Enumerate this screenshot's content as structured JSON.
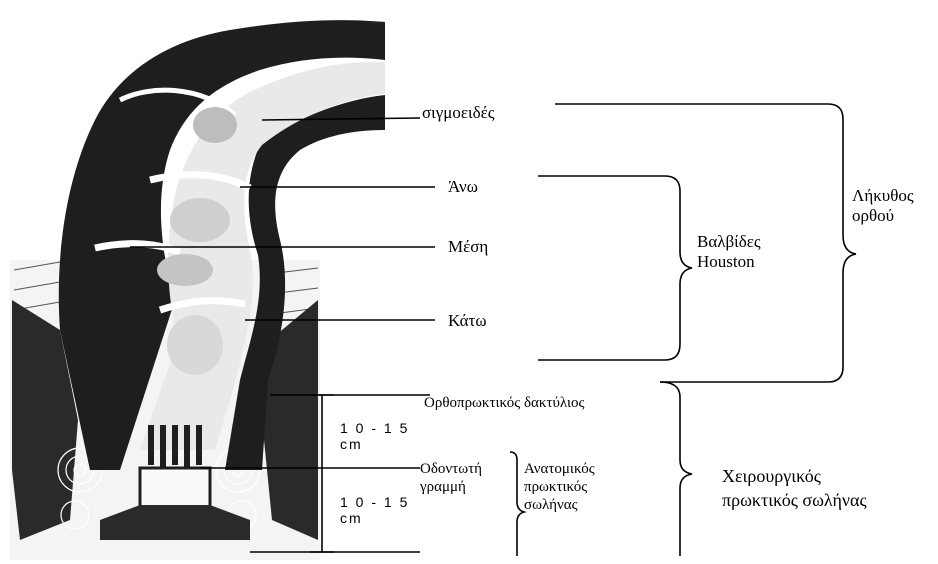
{
  "labels": {
    "sigmoid": "σιγμοειδές",
    "upper": "Άνω",
    "middle": "Μέση",
    "lower": "Κάτω",
    "houston_valves": [
      "Βαλβίδες",
      "Houston"
    ],
    "rectal_ampulla": [
      "Λήκυθος",
      "ορθού"
    ],
    "anorectal_ring": "Ορθοπρωκτικός δακτύλιος",
    "measure_upper": [
      "1 0 - 1 5",
      "cm"
    ],
    "measure_lower": [
      "1 0 - 1 5",
      "cm"
    ],
    "dentate_line": [
      "Οδοντωτή",
      "γραμμή"
    ],
    "anatomic_anal_canal": [
      "Ανατομικός",
      "πρωκτικός",
      "σωλήνας"
    ],
    "surgical_anal_canal": [
      "Χειρουργικός",
      "πρωκτικός σωλήνας"
    ]
  },
  "colors": {
    "ink": "#000000",
    "paper": "#ffffff",
    "tissue": "#1a1a1a",
    "muscle": "#3a3a3a"
  }
}
